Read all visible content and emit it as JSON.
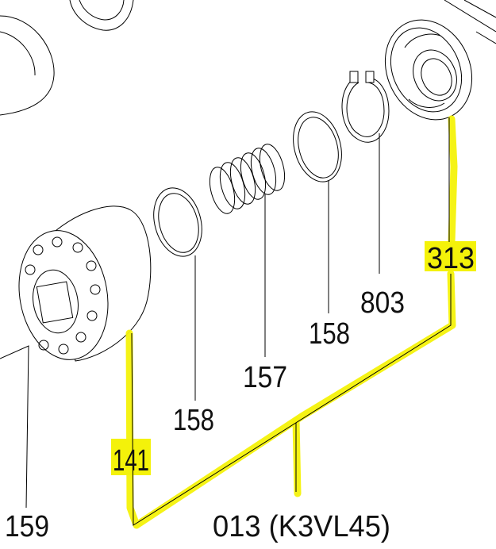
{
  "diagram": {
    "type": "exploded parts drawing",
    "highlight_color": "#f4f20a",
    "labels": {
      "part_313": "313",
      "part_803": "803",
      "part_158_upper": "158",
      "part_157": "157",
      "part_158_lower": "158",
      "part_141": "141",
      "part_159": "159",
      "assembly_013": "013 (K3VL45)"
    }
  }
}
